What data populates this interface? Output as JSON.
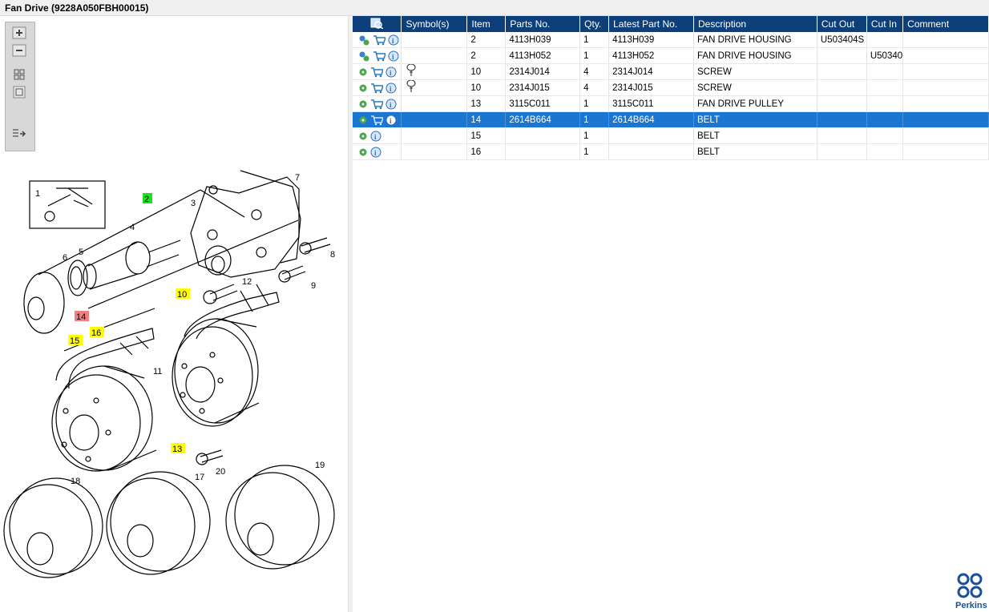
{
  "window": {
    "title": "Fan Drive (9228A050FBH00015)"
  },
  "toolbar": {
    "zoom_in": "zoom-in-icon",
    "zoom_out": "zoom-out-icon",
    "fit_all": "fit-all-icon",
    "fit_page": "fit-page-icon",
    "export": "export-icon"
  },
  "drawing_labels": {
    "l1": "1",
    "l2": "2",
    "l3": "3",
    "l4": "4",
    "l5": "5",
    "l6": "6",
    "l7": "7",
    "l8": "8",
    "l9": "9",
    "l10": "10",
    "l11": "11",
    "l12": "12",
    "l13": "13",
    "l14": "14",
    "l15": "15",
    "l16": "16",
    "l17": "17",
    "l18": "18",
    "l19": "19",
    "l20": "20"
  },
  "grid": {
    "headers": {
      "icon_col": "table-settings-icon",
      "symbols": "Symbol(s)",
      "item": "Item",
      "parts_no": "Parts No.",
      "qty": "Qty.",
      "latest_part_no": "Latest Part No.",
      "description": "Description",
      "cut_out": "Cut Out",
      "cut_in": "Cut In",
      "comment": "Comment"
    },
    "rows": [
      {
        "item": "2",
        "parts_no": "4113H039",
        "qty": "1",
        "latest": "4113H039",
        "desc": "FAN DRIVE HOUSING",
        "cut_out": "U503404S",
        "cut_in": "",
        "comment": ""
      },
      {
        "item": "2",
        "parts_no": "4113H052",
        "qty": "1",
        "latest": "4113H052",
        "desc": "FAN DRIVE HOUSING",
        "cut_out": "",
        "cut_in": "U50340",
        "comment": ""
      },
      {
        "item": "10",
        "parts_no": "2314J014",
        "qty": "4",
        "latest": "2314J014",
        "desc": "SCREW",
        "cut_out": "",
        "cut_in": "",
        "comment": ""
      },
      {
        "item": "10",
        "parts_no": "2314J015",
        "qty": "4",
        "latest": "2314J015",
        "desc": "SCREW",
        "cut_out": "",
        "cut_in": "",
        "comment": ""
      },
      {
        "item": "13",
        "parts_no": "3115C011",
        "qty": "1",
        "latest": "3115C011",
        "desc": "FAN DRIVE PULLEY",
        "cut_out": "",
        "cut_in": "",
        "comment": ""
      },
      {
        "item": "14",
        "parts_no": "2614B664",
        "qty": "1",
        "latest": "2614B664",
        "desc": "BELT",
        "cut_out": "",
        "cut_in": "",
        "comment": ""
      },
      {
        "item": "15",
        "parts_no": "",
        "qty": "1",
        "latest": "",
        "desc": "BELT",
        "cut_out": "",
        "cut_in": "",
        "comment": ""
      },
      {
        "item": "16",
        "parts_no": "",
        "qty": "1",
        "latest": "",
        "desc": "BELT",
        "cut_out": "",
        "cut_in": "",
        "comment": ""
      }
    ]
  },
  "brand": {
    "name": "Perkins",
    "color": "#1a4f9c"
  },
  "colors": {
    "header_bg": "#0d3f7a",
    "selected_bg": "#1b76d1",
    "highlight_yellow": "#ffff00",
    "highlight_green": "#22dd22",
    "highlight_red": "#f08080"
  }
}
